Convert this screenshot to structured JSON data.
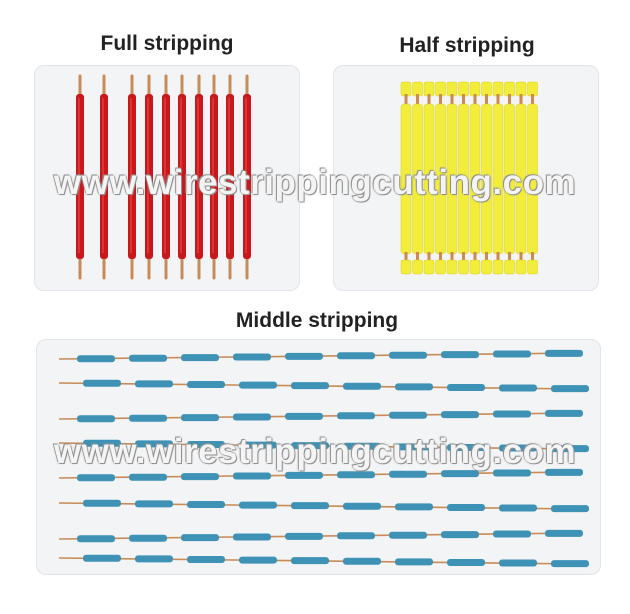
{
  "titles": {
    "full": "Full stripping",
    "half": "Half stripping",
    "middle": "Middle stripping"
  },
  "watermark": "www.wirestrippingcutting.com",
  "colors": {
    "red_insulation": "#c8181c",
    "yellow_insulation": "#f2ec3a",
    "blue_insulation": "#3e92b5",
    "copper": "#c98a55"
  }
}
